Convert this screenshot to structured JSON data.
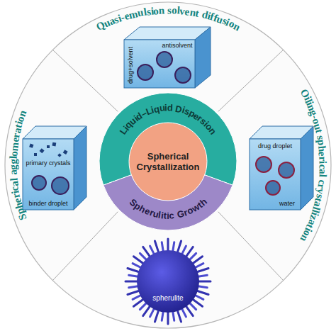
{
  "diagram": {
    "nodes": [
      {
        "text": [
          "Spherical Crystallization"
        ]
      },
      {
        "text": [
          "Liquid–Liquid Dispersion"
        ]
      },
      {
        "text": [
          "Spherulitic Growth"
        ]
      },
      {
        "text": [
          "Quasi-emulsion solvent diffusion",
          "antisolvent",
          "drug+solvent"
        ]
      },
      {
        "text": [
          "Spherical agglomeration",
          "primary crystals",
          "binder droplet"
        ]
      },
      {
        "text": [
          "Oiling-out spherical crystallization",
          "drug droplet",
          "water"
        ]
      },
      {
        "text": [
          "spherulite"
        ]
      }
    ]
  }
}
